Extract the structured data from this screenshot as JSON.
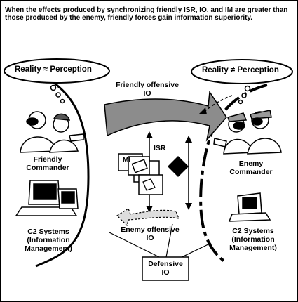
{
  "caption": "When the effects produced by synchronizing friendly ISR, IO, and IM are greater than those produced by the enemy, friendly forces gain information superiority.",
  "left_bubble": "Reality ≈ Perception",
  "right_bubble": "Reality ≠ Perception",
  "friendly_offensive_io": "Friendly offensive IO",
  "enemy_offensive_io": "Enemy offensive IO",
  "isr": "ISR",
  "mi": "MI",
  "defensive_io": "Defensive IO",
  "friendly_commander": "Friendly Commander",
  "enemy_commander": "Enemy Commander",
  "c2_left": "C2 Systems (Information Management)",
  "c2_right": "C2 Systems (Information Management)",
  "colors": {
    "arrow_fill": "#8c8c8c",
    "line": "#000000",
    "background": "#ffffff"
  }
}
